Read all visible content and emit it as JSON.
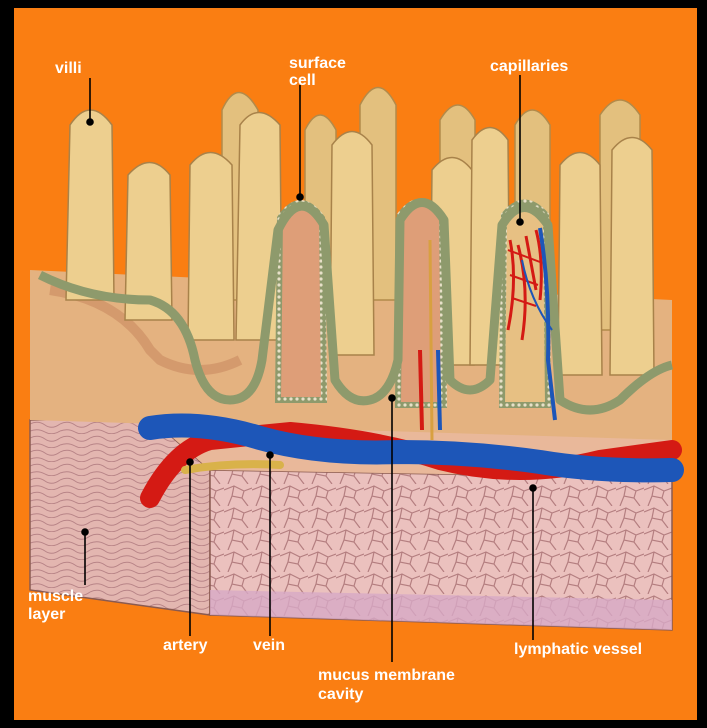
{
  "title": "",
  "colors": {
    "background": "#FA7E12",
    "frame": "#000000",
    "label_text": "#FFFFFF",
    "villus_fill": "#E9C987",
    "membrane": "#8E9A6C",
    "artery": "#D41A14",
    "vein": "#1D56B8",
    "muscle": "#E8B4B2"
  },
  "labels": {
    "villi": "villi",
    "surface_cell_line1": "surface",
    "surface_cell_line2": "cell",
    "capillaries": "capillaries",
    "muscle_layer_line1": "muscle",
    "muscle_layer_line2": "layer",
    "artery": "artery",
    "vein": "vein",
    "lymphatic_vessel": "lymphatic vessel",
    "mucus_membrane_line1": "mucus membrane",
    "mucus_membrane_line2": "cavity"
  }
}
